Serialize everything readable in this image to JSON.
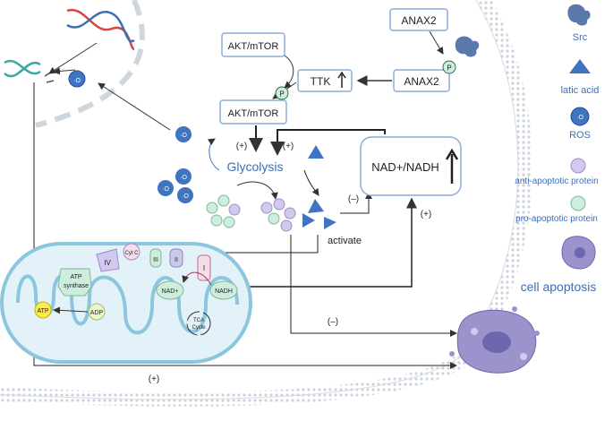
{
  "labels": {
    "anax2_top": "ANAX2",
    "anax2_mid": "ANAX2",
    "ttk": "TTK",
    "akt_top": "AKT/mTOR",
    "akt_mid": "AKT/mTOR",
    "glycolysis": "Glycolysis",
    "plus_glyco_left": "(+)",
    "plus_glyco_right": "(+)",
    "nad_box": "NAD+/NADH",
    "minus_mid": "(–)",
    "plus_right": "(+)",
    "activate": "activate",
    "minus_bottom": "(–)",
    "plus_bottom": "(+)",
    "p": "P"
  },
  "mito": {
    "iv": "IV",
    "cytc": "Cyt C",
    "iii": "III",
    "ii": "II",
    "i": "I",
    "atp_synthase_1": "ATP",
    "atp_synthase_2": "synthase",
    "atp": "ATP",
    "adp": "ADP",
    "nad_plus": "NAD+",
    "nadh": "NADH",
    "tca_1": "TCA",
    "tca_2": "Cycle"
  },
  "ros": {
    "symbol": "·O",
    "sub": "2",
    "sup": "-"
  },
  "legend": {
    "src": "Src",
    "latic_acid": "latic acid",
    "ros": "ROS",
    "anti_apoptotic": "anti-apoptotic protein",
    "pro_apoptotic": "pro-apoptotic protein",
    "cell_apoptosis": "cell apoptosis"
  },
  "colors": {
    "box_border": "#8aaed6",
    "text_blue": "#3d6fb5",
    "membrane": "#c6ced8",
    "ros_fill": "#3f74c2",
    "latic": "#3f74c2",
    "anti": "#d4c8ee",
    "pro": "#cdeedd",
    "mito_fill": "#e3f1f8",
    "mito_stroke": "#8cc6de",
    "apoptosis": "#8c84c4"
  }
}
